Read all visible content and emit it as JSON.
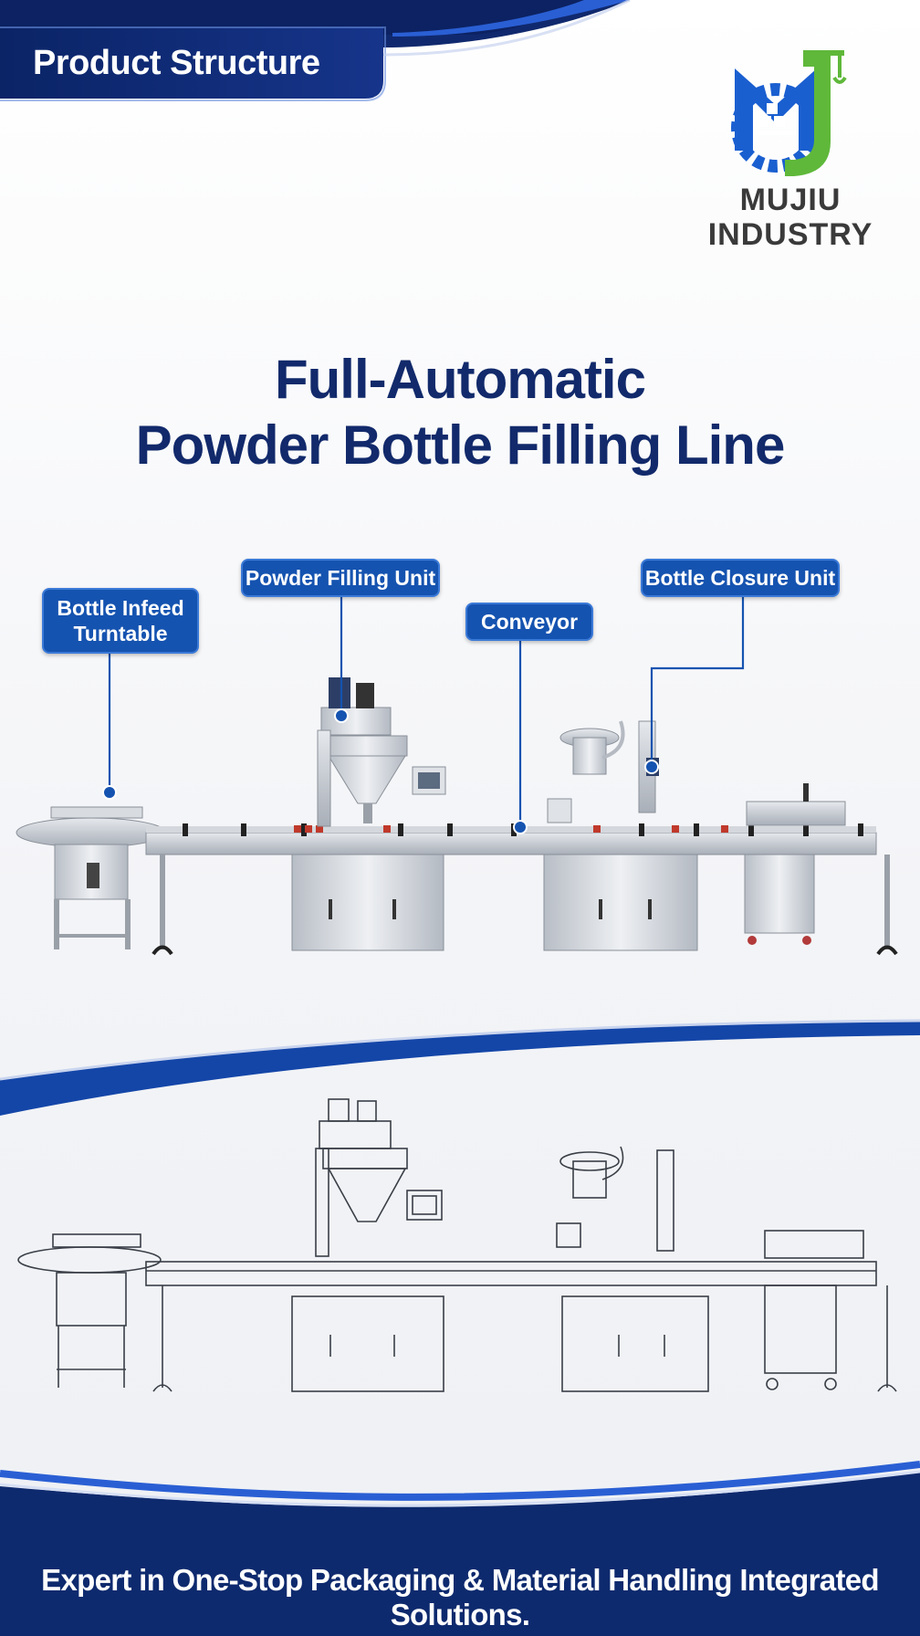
{
  "header": {
    "title": "Product Structure"
  },
  "brand": {
    "line1": "MUJIU",
    "line2": "INDUSTRY",
    "colors": {
      "blue": "#1a5fd0",
      "green": "#5fb83a",
      "dark": "#3a3a3a"
    }
  },
  "title": {
    "line1": "Full-Automatic",
    "line2": "Powder Bottle Filling Line"
  },
  "callouts": {
    "infeed_line1": "Bottle Infeed",
    "infeed_line2": "Turntable",
    "filling": "Powder Filling Unit",
    "conveyor": "Conveyor",
    "closure": "Bottle Closure Unit"
  },
  "footer": {
    "text": "Expert in One-Stop Packaging & Material Handling Integrated Solutions."
  },
  "colors": {
    "navy": "#0e2a6e",
    "accent_blue": "#1553b0",
    "steel": "#c9ced5"
  }
}
